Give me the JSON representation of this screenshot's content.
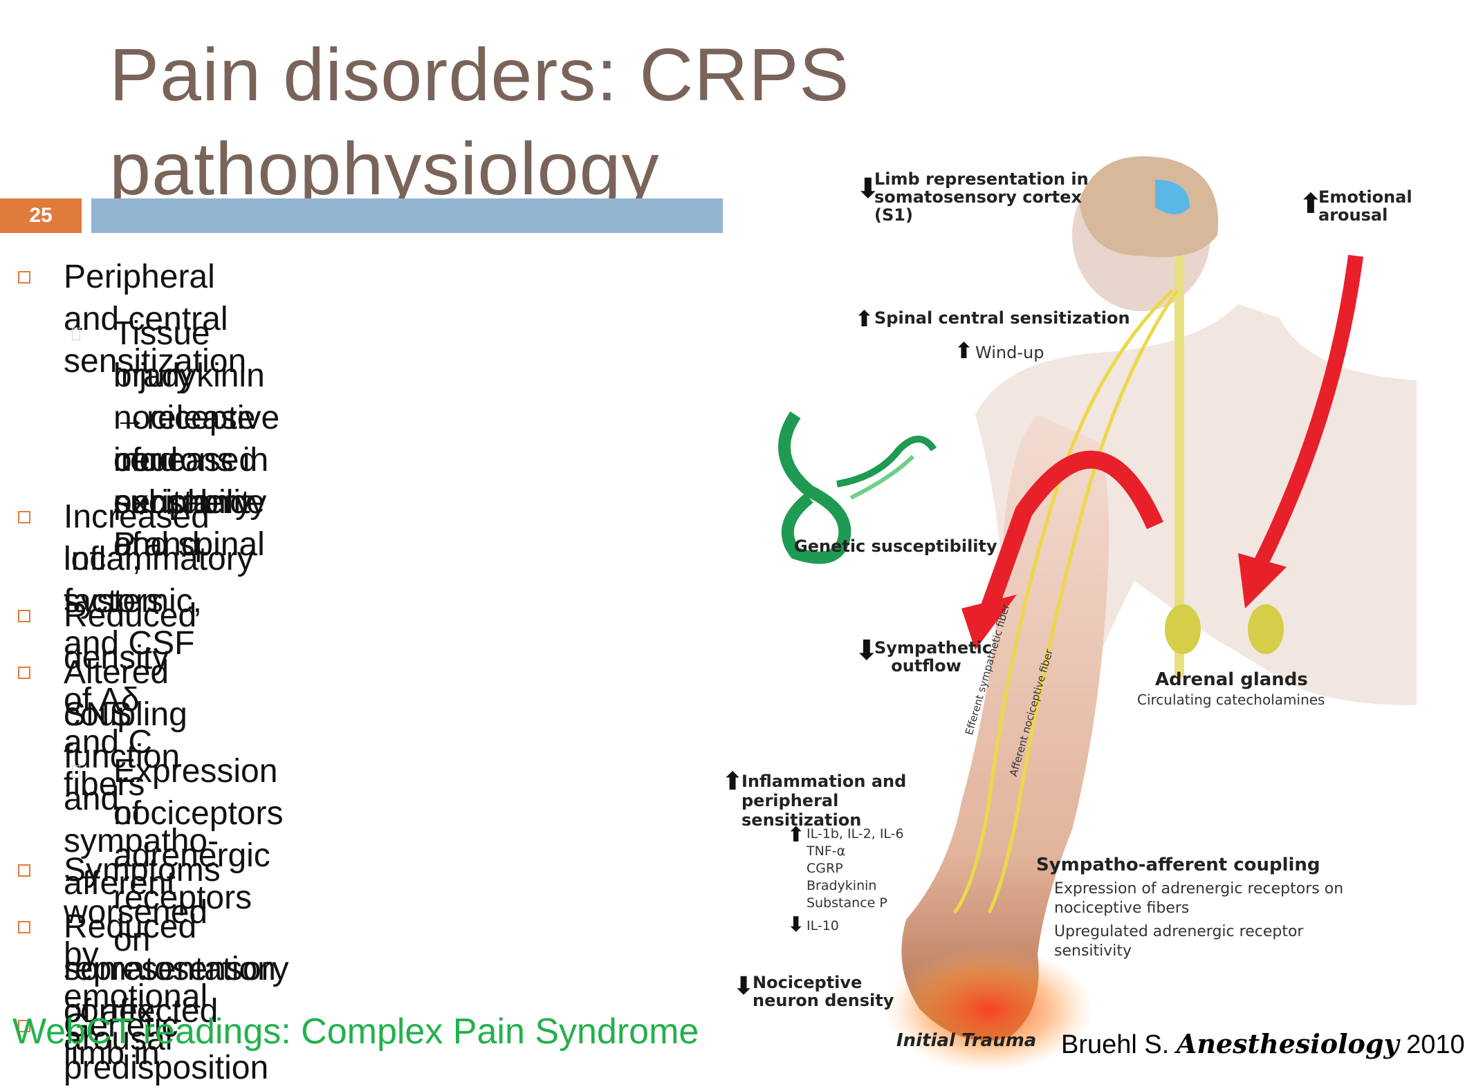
{
  "slide": {
    "title": "Pain disorders: CRPS pathophysiology",
    "number": "25"
  },
  "bullets": [
    {
      "level": 1,
      "lines": [
        "Peripheral and central sensitization"
      ]
    },
    {
      "level": 2,
      "lines": [
        "Tissue injury →release of substance P and",
        "bradykinin → increased excitability of",
        "nociceptive neurons in periphery and spinal",
        "cord"
      ]
    },
    {
      "level": 1,
      "lines": [
        "Increased local, systemic, and CSF",
        "inflammatory factors"
      ]
    },
    {
      "level": 1,
      "lines": [
        "Reduced density of Aδ and C fibers"
      ]
    },
    {
      "level": 1,
      "lines": [
        "Altered SNS function and sympatho-afferent",
        "coupling"
      ]
    },
    {
      "level": 2,
      "lines": [
        "Expression of adrenergic receptors on",
        "nociceptors"
      ]
    },
    {
      "level": 1,
      "lines": [
        "Symptoms worsened by emotional arousal"
      ]
    },
    {
      "level": 1,
      "lines": [
        "Reduced representation of affected limb in",
        "somatosensory cortex"
      ]
    },
    {
      "level": 1,
      "lines": [
        "Genetic predisposition"
      ]
    }
  ],
  "watermark": "WebCT readings: Complex Pain Syndrome",
  "citation": {
    "author": "Bruehl S.",
    "journal": "Anesthesiology",
    "year": "2010"
  },
  "figure": {
    "limb_representation": "Limb representation in somatosensory cortex (S1)",
    "emotional_arousal": "Emotional arousal",
    "spinal_sensitization": "Spinal central sensitization",
    "wind_up": "Wind-up",
    "genetic": "Genetic susceptibility",
    "sympathetic_outflow": "Sympathetic outflow",
    "adrenal": "Adrenal glands",
    "catecholamines": "Circulating catecholamines",
    "efferent_fiber": "Efferent sympathetic fiber",
    "afferent_fiber": "Afferent nociceptive fiber",
    "inflammation": "Inflammation and peripheral sensitization",
    "mediators_up": [
      "IL-1b, IL-2, IL-6",
      "TNF-α",
      "CGRP",
      "Bradykinin",
      "Substance P"
    ],
    "mediator_down": "IL-10",
    "nociceptive_density": "Nociceptive neuron density",
    "initial_trauma": "Initial Trauma",
    "coupling_title": "Sympatho-afferent coupling",
    "coupling_items": [
      "Expression of adrenergic receptors on nociceptive fibers",
      "Upregulated adrenergic receptor sensitivity"
    ]
  }
}
